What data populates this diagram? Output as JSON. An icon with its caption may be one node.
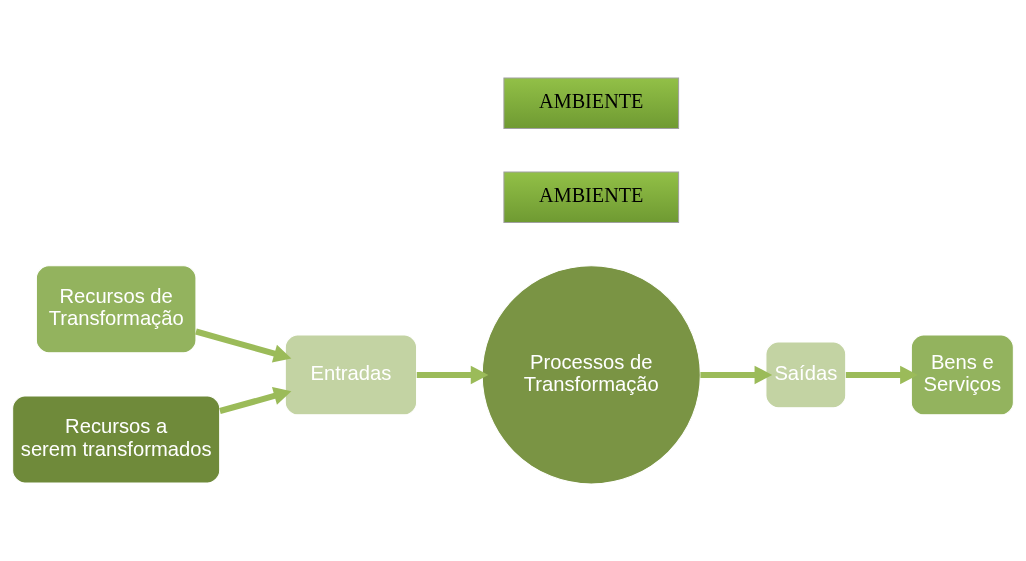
{
  "diagram": {
    "nodes": [
      {
        "text": [
          "Recursos de Transformação"
        ]
      },
      {
        "text": [
          "Entradas"
        ]
      },
      {
        "text": [
          "Processos de Transformação"
        ]
      },
      {
        "text": [
          "Saídas"
        ]
      },
      {
        "text": [
          "Bens e Serviços"
        ]
      },
      {
        "text": [
          "Recursos a serem transformados"
        ]
      },
      {
        "text": [
          "AMBIENTE"
        ]
      },
      {
        "text": [
          "AMBIENTE"
        ]
      }
    ],
    "edges": [
      {
        "from": 0,
        "to": 1,
        "arrow": "to"
      },
      {
        "from": 5,
        "to": 1,
        "arrow": "to"
      },
      {
        "from": 1,
        "to": 2,
        "arrow": "to"
      },
      {
        "from": 2,
        "to": 3,
        "arrow": "to"
      },
      {
        "from": 3,
        "to": 4,
        "arrow": "to"
      }
    ]
  }
}
